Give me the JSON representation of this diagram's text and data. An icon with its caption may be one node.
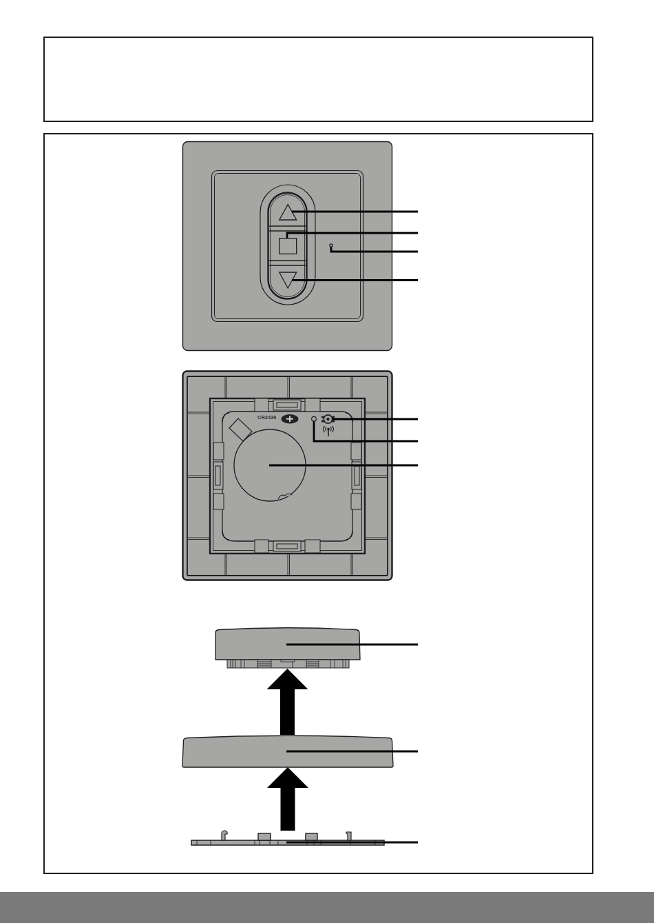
{
  "diagram": {
    "nodes": [
      {
        "text": [],
        "shape": "triangle"
      },
      {
        "text": [],
        "shape": "box"
      },
      {
        "text": [],
        "shape": "circle"
      },
      {
        "text": [],
        "shape": "triangle"
      },
      {
        "text": [],
        "shape": "picture"
      },
      {
        "text": [],
        "shape": "circle"
      },
      {
        "text": [],
        "shape": "picture"
      },
      {
        "text": [],
        "shape": "picture"
      },
      {
        "text": [],
        "shape": "picture"
      },
      {
        "text": [],
        "shape": "picture"
      }
    ],
    "edges": [
      {
        "from": null,
        "to": 0,
        "arrow": "none"
      },
      {
        "from": null,
        "to": 1,
        "arrow": "none"
      },
      {
        "from": null,
        "to": 2,
        "arrow": "none"
      },
      {
        "from": null,
        "to": 3,
        "arrow": "none"
      },
      {
        "from": null,
        "to": 4,
        "arrow": "none"
      },
      {
        "from": null,
        "to": 5,
        "arrow": "none"
      },
      {
        "from": null,
        "to": 6,
        "arrow": "none"
      },
      {
        "from": null,
        "to": 7,
        "arrow": "none"
      },
      {
        "from": 8,
        "to": 7,
        "arrow": "to",
        "style": "thick"
      },
      {
        "from": null,
        "to": 8,
        "arrow": "none"
      },
      {
        "from": 9,
        "to": 8,
        "arrow": "to",
        "style": "thick"
      },
      {
        "from": null,
        "to": 9,
        "arrow": "none"
      }
    ],
    "labels": [
      "CR2430"
    ]
  }
}
